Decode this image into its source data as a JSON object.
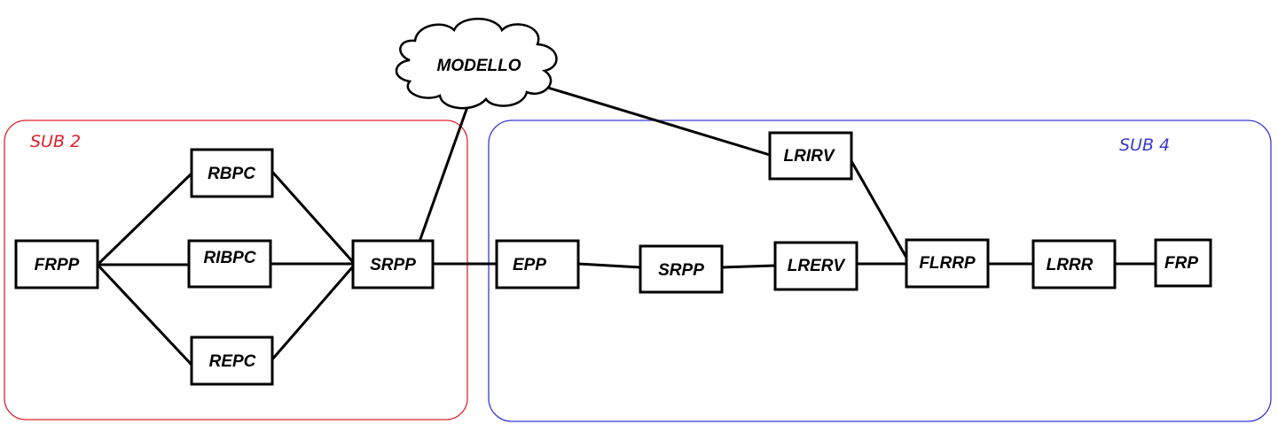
{
  "colors": {
    "sub2": "#e0202a",
    "sub4": "#3a3ad0",
    "line": "#000000"
  },
  "subsystems": {
    "sub2": {
      "label": "SUB 2"
    },
    "sub4": {
      "label": "SUB 4"
    }
  },
  "cloud": {
    "label": "MODELLO"
  },
  "nodes": {
    "frpp": "FRPP",
    "rbpc": "RBPC",
    "ribpc": "RIBPC",
    "repc": "REPC",
    "srpp_left": "SRPP",
    "epp": "EPP",
    "srpp_right": "SRPP",
    "lrerv": "LRERV",
    "lrirv": "LRIRV",
    "flrrp": "FLRRP",
    "lrrr": "LRRR",
    "frp": "FRP"
  }
}
